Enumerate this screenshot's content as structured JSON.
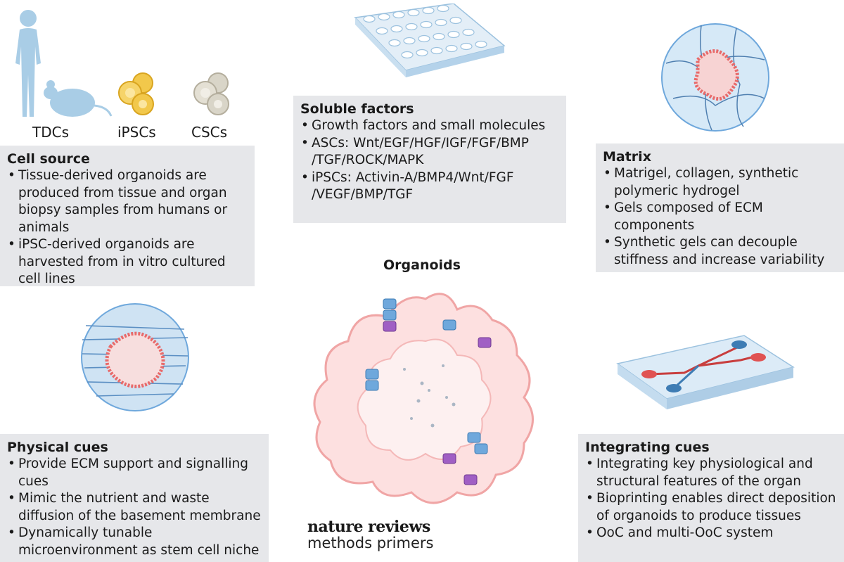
{
  "sources": {
    "tdc_label": "TDCs",
    "ipsc_label": "iPSCs",
    "csc_label": "CSCs"
  },
  "cell_source": {
    "title": "Cell source",
    "items": [
      "Tissue-derived organoids are produced from tissue and organ biopsy samples from humans or animals",
      "iPSC-derived organoids are harvested from in vitro cultured cell lines"
    ]
  },
  "soluble_factors": {
    "title": "Soluble factors",
    "items": [
      "Growth factors and small molecules",
      "ASCs: Wnt/EGF/HGF/IGF/FGF/BMP /TGF/ROCK/MAPK",
      "iPSCs: Activin-A/BMP4/Wnt/FGF /VEGF/BMP/TGF"
    ]
  },
  "matrix": {
    "title": "Matrix",
    "items": [
      "Matrigel, collagen, synthetic polymeric hydrogel",
      "Gels composed of ECM components",
      "Synthetic gels can decouple stiffness and increase variability"
    ]
  },
  "organoids": {
    "title": "Organoids"
  },
  "physical_cues": {
    "title": "Physical cues",
    "items": [
      "Provide ECM support and signalling cues",
      "Mimic the nutrient and waste diffusion of the basement membrane",
      "Dynamically tunable microenvironment as stem cell niche"
    ]
  },
  "integrating_cues": {
    "title": "Integrating cues",
    "items": [
      "Integrating key physiological and structural features of the organ",
      "Bioprinting enables direct deposition of organoids to produce tissues",
      "OoC and multi-OoC system"
    ]
  },
  "brand": {
    "line1": "nature reviews",
    "line2": "methods primers"
  },
  "colors": {
    "panel_bg": "#e6e7ea",
    "cell_pink": "#f0a5a5",
    "cell_red": "#e86a6a",
    "cell_blue": "#6fa8dc",
    "cell_purple": "#a05fc4",
    "human_blue": "#a9cde6",
    "ipsc_yellow": "#f2c84b",
    "csc_grey": "#d9d5c8"
  }
}
